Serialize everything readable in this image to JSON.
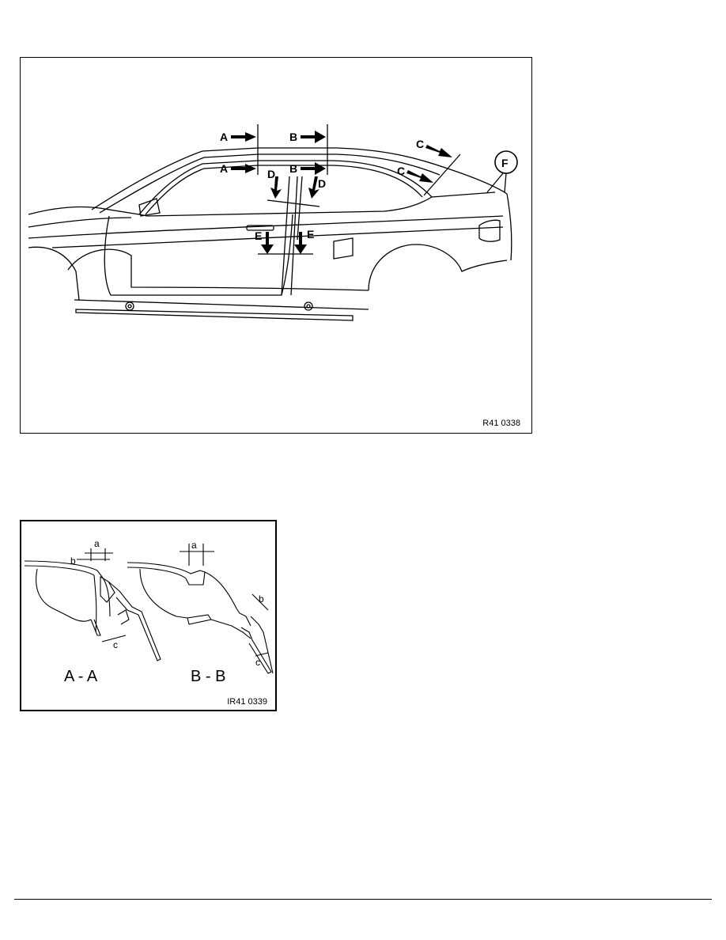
{
  "figure1": {
    "ref": "R41 0338",
    "labels": {
      "A": "A",
      "B": "B",
      "C": "C",
      "D": "D",
      "E": "E",
      "F": "F"
    }
  },
  "figure2": {
    "ref": "IR41 0339",
    "section_aa": "A - A",
    "section_bb": "B - B",
    "dims": {
      "a": "a",
      "b": "b",
      "c": "c"
    }
  }
}
